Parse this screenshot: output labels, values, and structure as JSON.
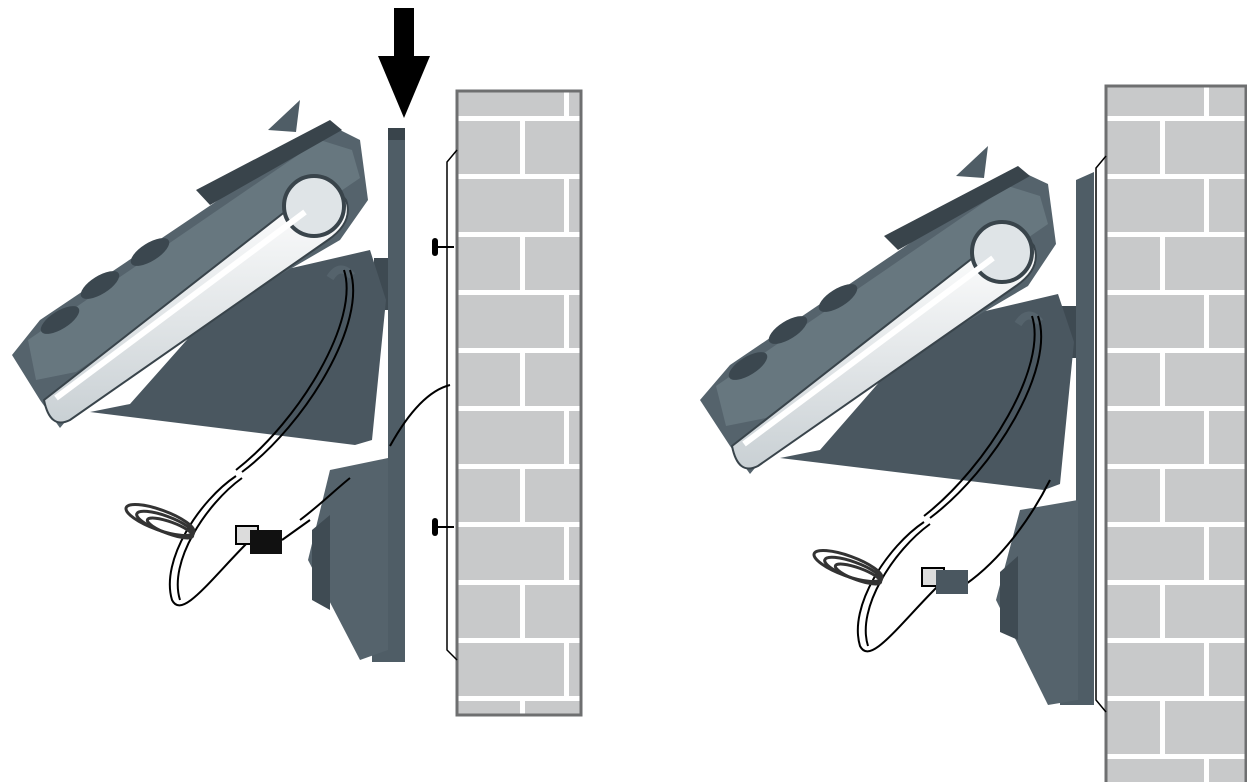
{
  "diagram": {
    "panels": [
      {
        "id": "before",
        "step": "slide-down",
        "wall_screws": 2
      },
      {
        "id": "after",
        "step": "mounted",
        "wall_screws": 0
      }
    ],
    "arrow_direction": "down"
  },
  "colors": {
    "background": "#ffffff",
    "brick": "#c8c9ca",
    "mortar": "#ffffff",
    "wall_outline": "#6e6f70",
    "phone_body": "#4f5d66",
    "phone_dark": "#39444b",
    "phone_light": "#6a7a84",
    "handset_highlight": "#e9ecee",
    "cord": "#000000",
    "arrow": "#000000"
  },
  "icons": [
    "down-arrow-icon",
    "telephone-jack-icon",
    "wall-screw-icon"
  ]
}
